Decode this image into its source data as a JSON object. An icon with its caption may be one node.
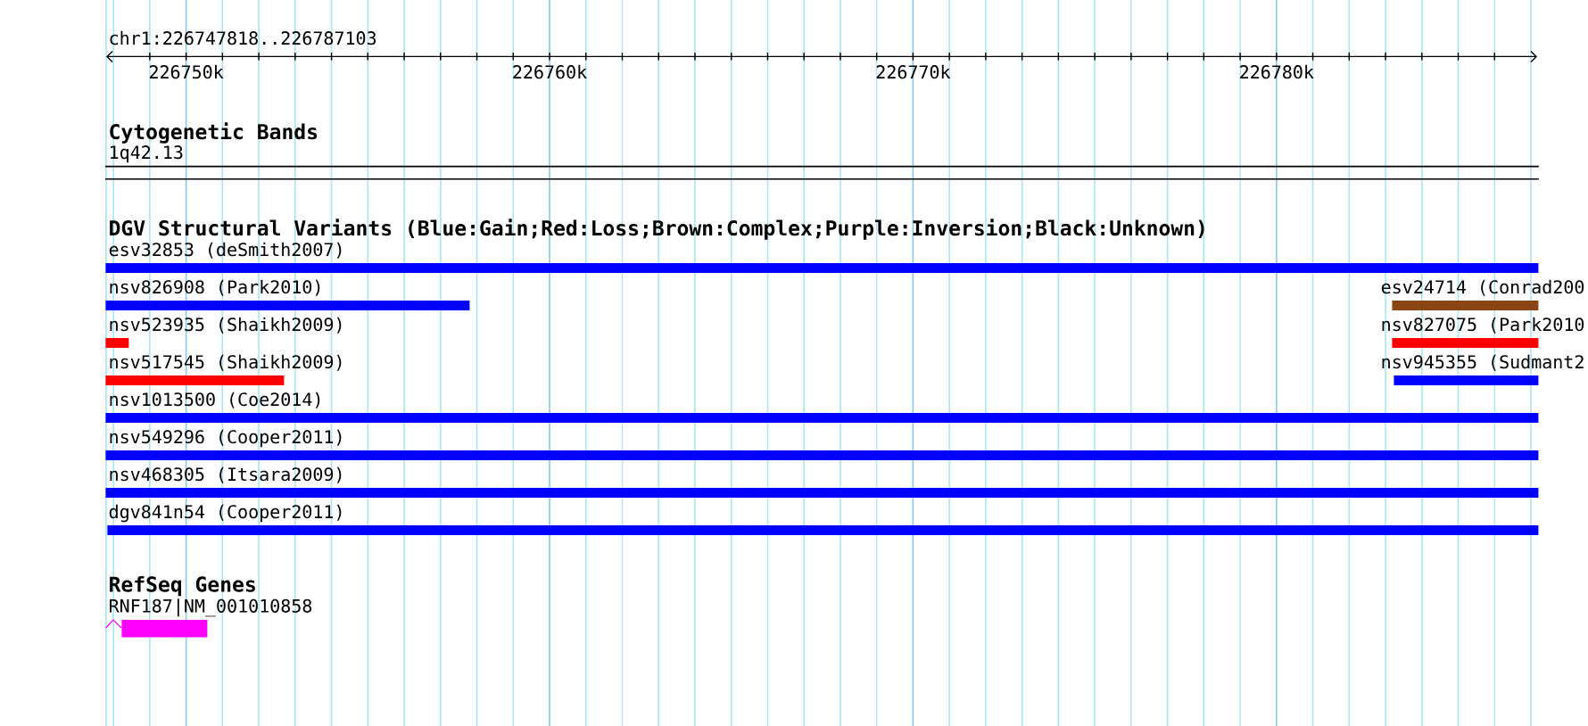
{
  "diagram": {
    "nodes": [
      {
        "text": [
          "1q42.13"
        ]
      },
      {
        "text": [
          "esv32853 (deSmith2007)"
        ]
      },
      {
        "text": [
          "nsv826908 (Park2010)"
        ]
      },
      {
        "text": [
          "esv24714 (Conrad200"
        ]
      },
      {
        "text": [
          "nsv523935 (Shaikh2009)"
        ]
      },
      {
        "text": [
          "nsv827075 (Park2010"
        ]
      },
      {
        "text": [
          "nsv517545 (Shaikh2009)"
        ]
      },
      {
        "text": [
          "nsv945355 (Sudmant2"
        ]
      },
      {
        "text": [
          "nsv1013500 (Coe2014)"
        ]
      },
      {
        "text": [
          "nsv549296 (Cooper2011)"
        ]
      },
      {
        "text": [
          "nsv468305 (Itsara2009)"
        ]
      },
      {
        "text": [
          "dgv841n54 (Cooper2011)"
        ]
      },
      {
        "text": [
          "RNF187|NM_001010858"
        ]
      }
    ],
    "labels": [
      "chr1:226747818..226787103",
      "226750k",
      "226760k",
      "226770k",
      "226780k",
      "Cytogenetic Bands",
      "DGV Structural Variants (Blue:Gain;Red:Loss;Brown:Complex;Purple:Inversion;Black:Unknown)",
      "RefSeq Genes"
    ]
  }
}
